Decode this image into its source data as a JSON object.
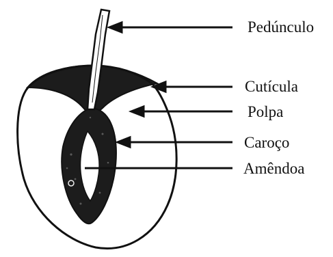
{
  "diagram": {
    "labels": {
      "peduncle": "Pedúnculo",
      "cuticle": "Cutícula",
      "pulp": "Polpa",
      "pit": "Caroço",
      "kernel": "Amêndoa"
    },
    "colors": {
      "ink": "#111111",
      "paper": "#ffffff",
      "pit_fill": "#1c1c1c",
      "kernel_fill": "#ffffff"
    }
  }
}
